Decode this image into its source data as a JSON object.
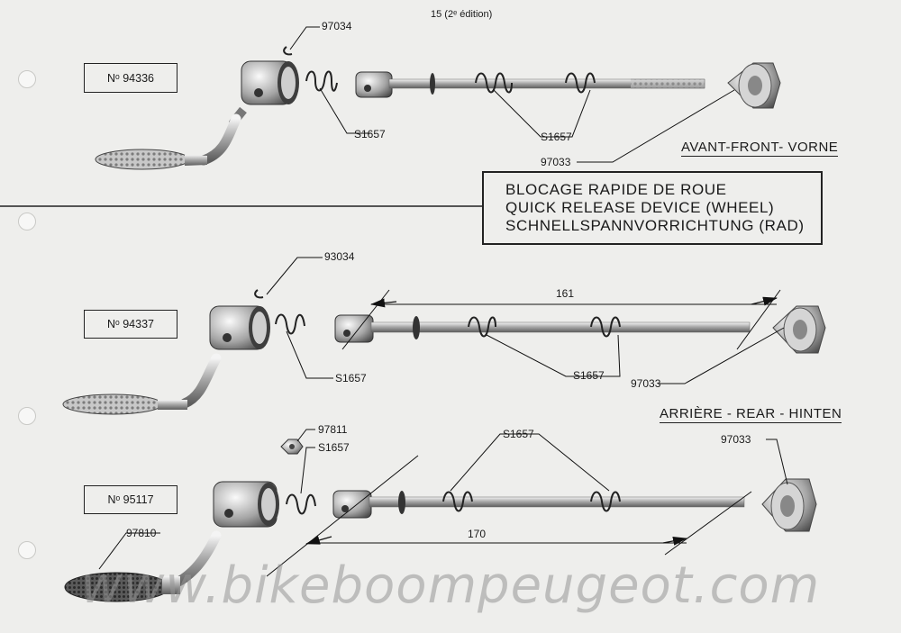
{
  "page_number": "15 (2ᵉ édition)",
  "title_lines": [
    "BLOCAGE RAPIDE DE ROUE",
    "QUICK RELEASE DEVICE (WHEEL)",
    "SCHNELLSPANNVORRICHTUNG (RAD)"
  ],
  "sections": {
    "front": "AVANT-FRONT- VORNE",
    "rear": "ARRIÈRE - REAR - HINTEN"
  },
  "models": {
    "front": "Nᵒ 94336",
    "rear_a": "Nᵒ 94337",
    "rear_b": "Nᵒ 95117"
  },
  "part_labels": {
    "clip_front": "97034",
    "spring_front_lever": "S1657",
    "springs_front_axle": "S1657",
    "nut_front": "97033",
    "clip_rear": "93034",
    "spring_rear_lever": "S1657",
    "springs_rear_axle": "S1657",
    "nut_rear": "97033",
    "nut_small": "97811",
    "spring_rear2_lever": "S1657",
    "springs_rear2_axle": "S1657",
    "nut_rear2": "97033",
    "lever_rear2": "97810"
  },
  "dimensions": {
    "rear_axle_length": "161",
    "rear2_axle_length": "170"
  },
  "watermark": "www.bikeboompeugeot.com"
}
